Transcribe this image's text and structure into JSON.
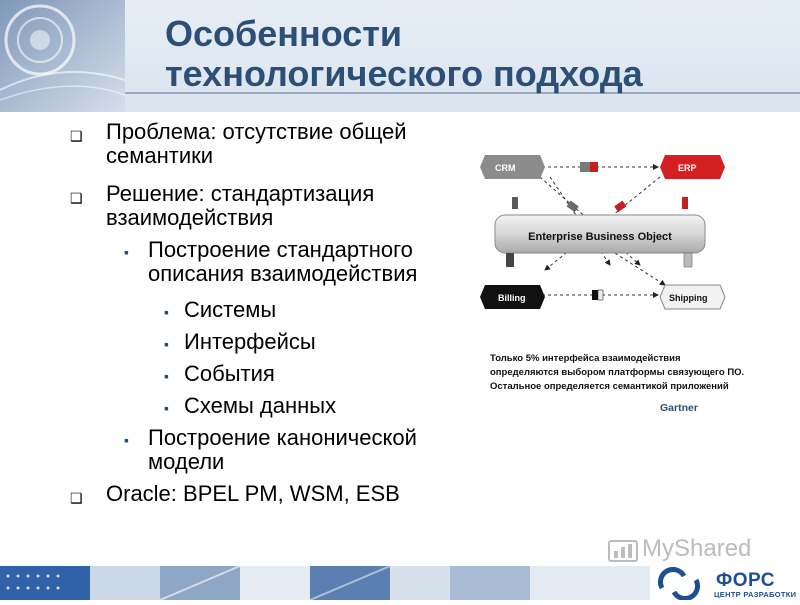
{
  "slide": {
    "title_line1": "Особенности",
    "title_line2": "технологического подхода"
  },
  "bullets": [
    {
      "level": 1,
      "marker": "❑",
      "lines": [
        "Проблема: отсутствие общей",
        "семантики"
      ]
    },
    {
      "level": 1,
      "marker": "❑",
      "lines": [
        "Решение: стандартизация",
        "взаимодействия"
      ]
    },
    {
      "level": 2,
      "marker": "▪",
      "lines": [
        "Построение стандартного",
        "описания взаимодействия"
      ]
    },
    {
      "level": 3,
      "marker": "▪",
      "lines": [
        "Системы"
      ]
    },
    {
      "level": 3,
      "marker": "▪",
      "lines": [
        "Интерфейсы"
      ]
    },
    {
      "level": 3,
      "marker": "▪",
      "lines": [
        "События"
      ]
    },
    {
      "level": 3,
      "marker": "▪",
      "lines": [
        "Схемы данных"
      ]
    },
    {
      "level": 2,
      "marker": "▪",
      "lines": [
        "Построение канонической",
        "модели"
      ]
    },
    {
      "level": 1,
      "marker": "❑",
      "lines": [
        "Oracle: BPEL PM, WSM, ESB"
      ]
    }
  ],
  "diagram": {
    "crm_label": "CRM",
    "erp_label": "ERP",
    "bus_label": "Enterprise Business Object",
    "billing_label": "Billing",
    "shipping_label": "Shipping",
    "colors": {
      "crm": "#8c8c8c",
      "erp": "#d42020",
      "billing": "#111111",
      "shipping": "#f2f2f2",
      "bus": "#d9d9d9"
    }
  },
  "quote": {
    "line1": "Только 5% интерфейса взаимодействия",
    "line2": "определяются выбором платформы связующего ПО.",
    "line3": "Остальное определяется семантикой приложений",
    "source": "Gartner"
  },
  "footer": {
    "logo_name": "ФОРС",
    "logo_subtitle": "ЦЕНТР РАЗРАБОТКИ",
    "watermark": "MyShared"
  }
}
